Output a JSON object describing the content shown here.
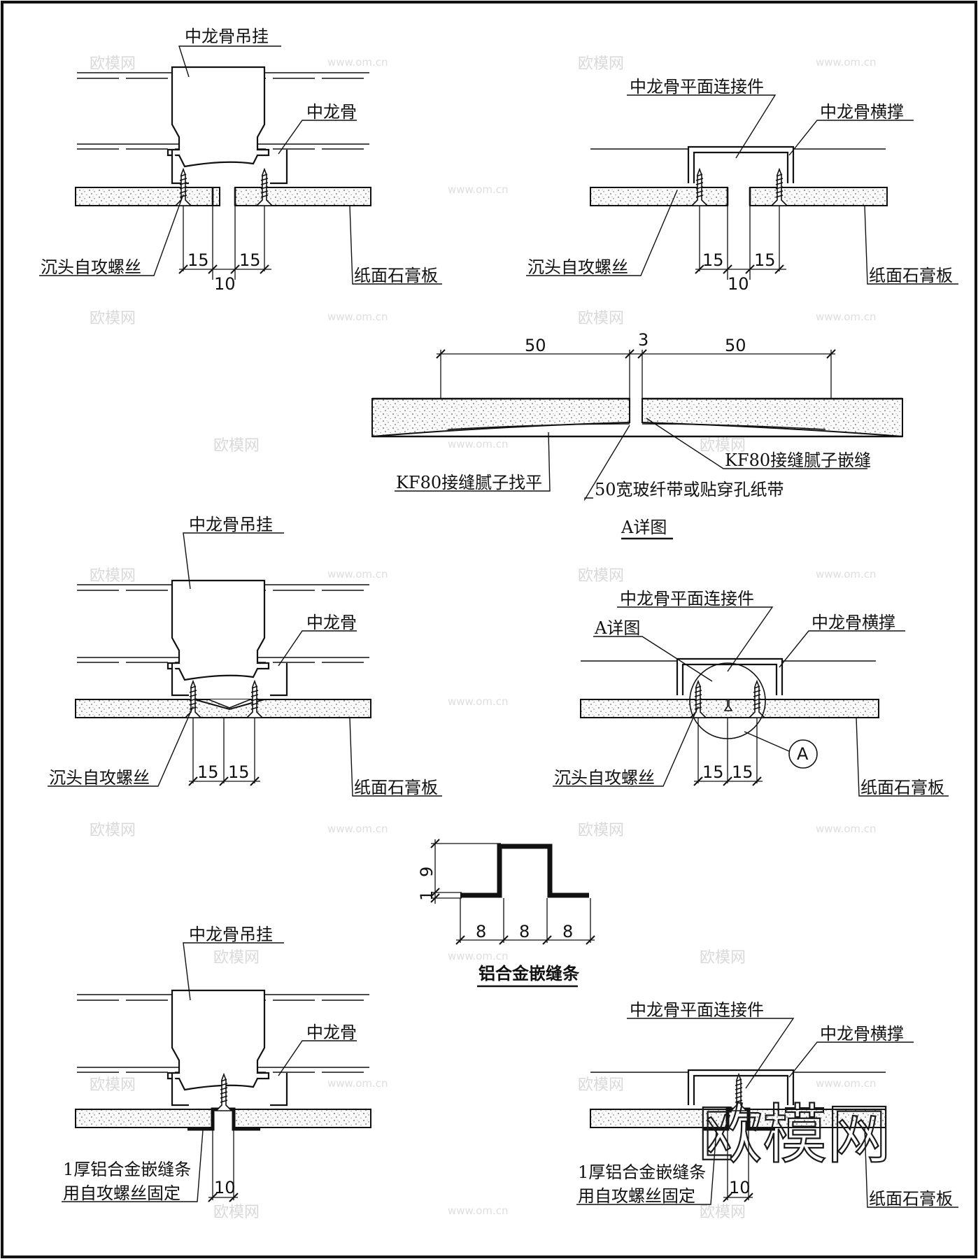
{
  "sheet": {
    "watermark": "欧模网",
    "watermark_url": "www.om.cn"
  },
  "labels": {
    "main_hanger": "中龙骨吊挂",
    "main_keel": "中龙骨",
    "screw": "沉头自攻螺丝",
    "gypsum_board": "纸面石膏板",
    "connector": "中龙骨平面连接件",
    "crossbar": "中龙骨横撑",
    "detail_a": "A详图",
    "callout_a": "A",
    "kf80_level": "KF80接缝腻子找平",
    "kf80_fill": "KF80接缝腻子嵌缝",
    "tape": "50宽玻纤带或贴穿孔纸带",
    "strip_title": "铝合金嵌缝条",
    "strip_note_1": "1厚铝合金嵌缝条",
    "strip_note_2": "用自攻螺丝固定"
  },
  "dimensions": {
    "d15": "15",
    "d10": "10",
    "d50": "50",
    "d3": "3",
    "d9": "9",
    "d1": "1",
    "d8": "8"
  }
}
